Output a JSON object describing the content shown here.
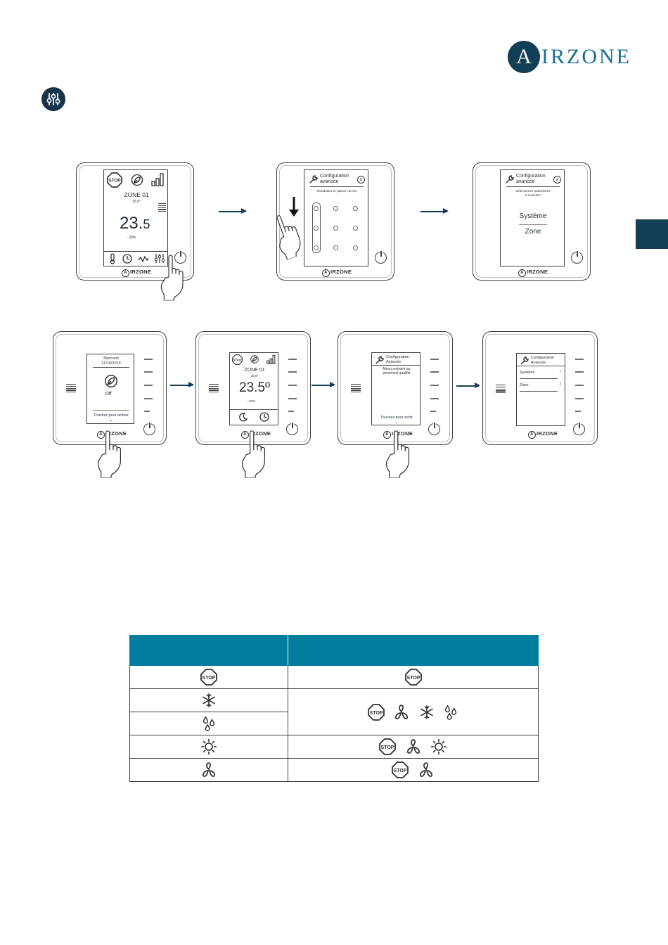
{
  "brand": {
    "logo_letter": "A",
    "logo_rest": "IRZONE",
    "device_brand": "IRZONE"
  },
  "step1": {
    "zone_title": "ZONE 01",
    "setpoint": "26.0º",
    "temp_int": "23.",
    "temp_dec": "5",
    "humidity": "30%"
  },
  "step2": {
    "title_line1": "Configuration",
    "title_line2": "avancée",
    "instruction": "Introduisez le patron correct"
  },
  "step3": {
    "title_line1": "Configuration",
    "title_line2": "avancée",
    "instruction_line1": "Selecionnez paramètres",
    "instruction_line2": "à consulter",
    "option_system": "Système",
    "option_zone": "Zone"
  },
  "lite1": {
    "day": "Mercredi",
    "date": "21/10/2015",
    "state": "Off",
    "hint": "Touchez pour activer"
  },
  "lite2": {
    "zone_title": "ZONE 01",
    "setpoint": "26.0º",
    "temp": "23.5º",
    "humidity": "30%"
  },
  "lite3": {
    "title_line1": "Configuration",
    "title_line2": "Avancée",
    "message_line1": "Menu restreint au",
    "message_line2": "personnel qualifié",
    "hint": "Touchez pour sortir"
  },
  "lite4": {
    "title_line1": "Configuration",
    "title_line2": "Avancée",
    "option_system": "Système",
    "option_zone": "Zone"
  },
  "mode_table": {
    "icon_label": "STOP",
    "rows": [
      {
        "left": [
          "stop"
        ],
        "right": [
          "stop"
        ]
      },
      {
        "left": [
          "snowflake"
        ],
        "right": [
          "stop",
          "fan",
          "snowflake",
          "drops"
        ]
      },
      {
        "left": [
          "drops"
        ]
      },
      {
        "left": [
          "sun"
        ],
        "right": [
          "stop",
          "fan",
          "sun"
        ]
      },
      {
        "left": [
          "fan"
        ],
        "right": [
          "stop",
          "fan"
        ]
      }
    ]
  },
  "colors": {
    "accent": "#007d9d",
    "navy": "#123e56"
  }
}
